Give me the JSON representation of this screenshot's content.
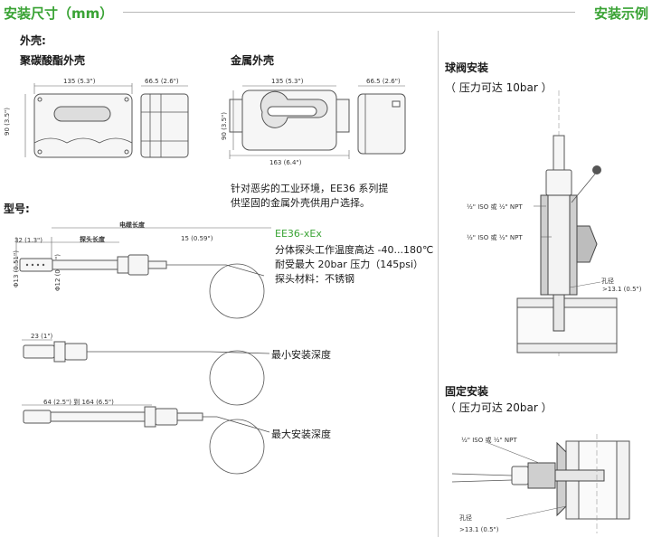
{
  "header": {
    "left_title": "安装尺寸（mm）",
    "right_title": "安装示例"
  },
  "housing": {
    "section_label": "外壳:",
    "polycarbonate": {
      "title": "聚碳酸酯外壳",
      "width_dim": "135",
      "width_dim_in": "(5.3\")",
      "depth_dim": "66.5",
      "depth_dim_in": "(2.6\")",
      "height_dim": "90",
      "height_dim_in": "(3.5\")"
    },
    "metal": {
      "title": "金属外壳",
      "width_dim": "135",
      "width_dim_in": "(5.3\")",
      "depth_dim": "66.5",
      "depth_dim_in": "(2.6\")",
      "height_dim": "90",
      "height_dim_in": "(3.5\")",
      "overall_dim": "163",
      "overall_dim_in": "(6.4\")",
      "note_line1": "针对恶劣的工业环境，EE36 系列提",
      "note_line2": "供坚固的金属外壳供用户选择。"
    }
  },
  "model": {
    "section_label": "型号:",
    "cable_length_label": "电缆长度",
    "probe_length_label": "探头长度",
    "dim_32": "32",
    "dim_32_in": "(1.3\")",
    "dim_15": "15",
    "dim_15_in": "(0.59\")",
    "dim_phi13": "Φ13",
    "dim_phi13_in": "(0.51\")",
    "dim_phi12": "Φ12",
    "dim_phi12_in": "(0.47\")",
    "name": "EE36-xEx",
    "spec_line1": "分体探头工作温度高达 -40...180℃",
    "spec_line2": "耐受最大 20bar 压力（145psi）",
    "spec_line3": "探头材料：不锈钢",
    "min_dim": "23",
    "min_dim_in": "(1\")",
    "min_label": "最小安装深度",
    "max_dim": "64",
    "max_dim_in": "(2.5\")",
    "max_dim_to": "到",
    "max_dim2": "164",
    "max_dim2_in": "(6.5\")",
    "max_label": "最大安装深度"
  },
  "install": {
    "ball_valve_title": "球阀安装",
    "ball_valve_pressure": "（ 压力可达 10bar ）",
    "thread_label_1": "½\" ISO 或 ½\" NPT",
    "thread_label_2": "½\" ISO 或 ½\" NPT",
    "hole_label": "孔径",
    "hole_dim": ">13.1 (0.5\")",
    "fixed_title": "固定安装",
    "fixed_pressure": "（ 压力可达 20bar ）",
    "fixed_thread_label": "½\" ISO 或 ½\" NPT",
    "fixed_hole_label": "孔径",
    "fixed_hole_dim": ">13.1 (0.5\")"
  },
  "colors": {
    "accent_green": "#3aa335",
    "divider_gray": "#b8b8b8"
  }
}
